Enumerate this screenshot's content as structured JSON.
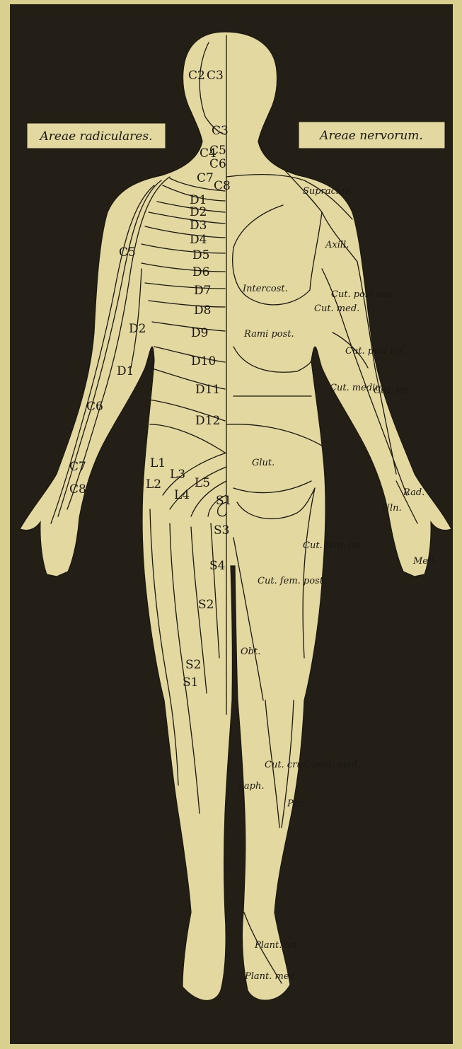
{
  "plate": {
    "header_left": "Areae radiculares.",
    "header_right": "Areae nervorum."
  },
  "radicular_labels": [
    "C2",
    "C3",
    "C3",
    "C4",
    "C5",
    "C6",
    "C7",
    "C8",
    "D1",
    "D2",
    "D3",
    "D4",
    "D5",
    "D6",
    "D7",
    "D8",
    "D9",
    "D10",
    "D11",
    "D12",
    "C5",
    "D2",
    "D1",
    "C6",
    "C7",
    "C8",
    "L1",
    "L2",
    "L3",
    "L4",
    "L5",
    "S1",
    "S3",
    "S4",
    "S2",
    "S2",
    "S1"
  ],
  "nerve_labels": [
    "Supraclav.",
    "Axill.",
    "Intercost.",
    "Rami post.",
    "Cut. post sup.",
    "Cut. med.",
    "Cut. post inf.",
    "Cut. medius",
    "Cut. lat.",
    "Rad.",
    "Uln.",
    "Med.",
    "Glut.",
    "Cut. fem. lat.",
    "Cut. fem. post.",
    "Obt.",
    "Cut. crur. post. med.",
    "Per.",
    "Saph.",
    "Plant. lat.",
    "Plant. med."
  ],
  "colors": {
    "background": "#231f17",
    "figure": "#e3d8a0",
    "ink": "#1a1711",
    "page": "#d9cf8f"
  }
}
